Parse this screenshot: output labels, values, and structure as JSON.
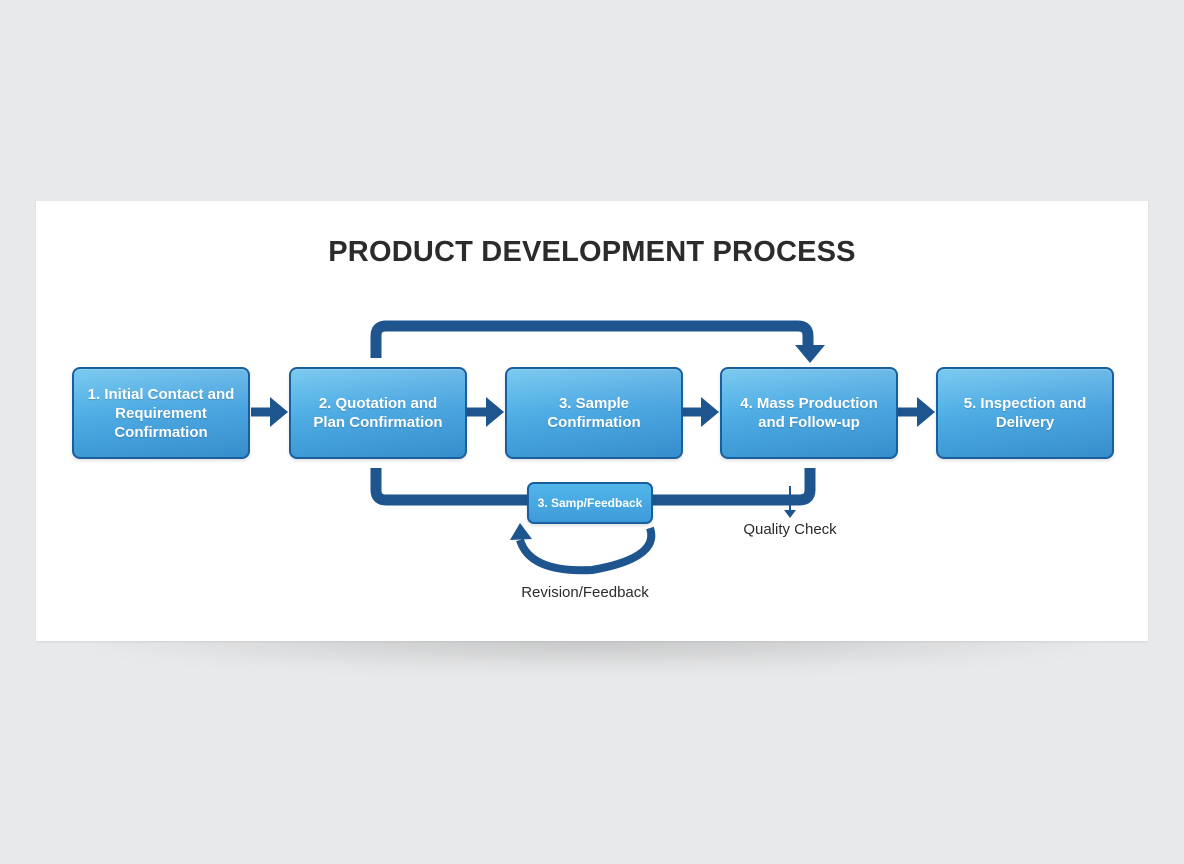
{
  "title": "PRODUCT DEVELOPMENT PROCESS",
  "steps": [
    {
      "label": "1. Initial Contact and\nRequirement\nConfirmation"
    },
    {
      "label": "2. Quotation and\nPlan Confirmation"
    },
    {
      "label": "3. Sample\nConfirmation"
    },
    {
      "label": "4. Mass Production\nand Follow-up"
    },
    {
      "label": "5. Inspection and Delivery"
    }
  ],
  "feedback_box": {
    "label": "3. Samp/Feedback"
  },
  "annotations": {
    "quality_check": "Quality Check",
    "revision_feedback": "Revision/Feedback"
  },
  "colors": {
    "step_fill": "#43a5e1",
    "step_border": "#1a5f9d",
    "arrow": "#1e558f",
    "text_dark": "#2b2b2b",
    "background": "#e8e9ea",
    "card": "#ffffff"
  }
}
